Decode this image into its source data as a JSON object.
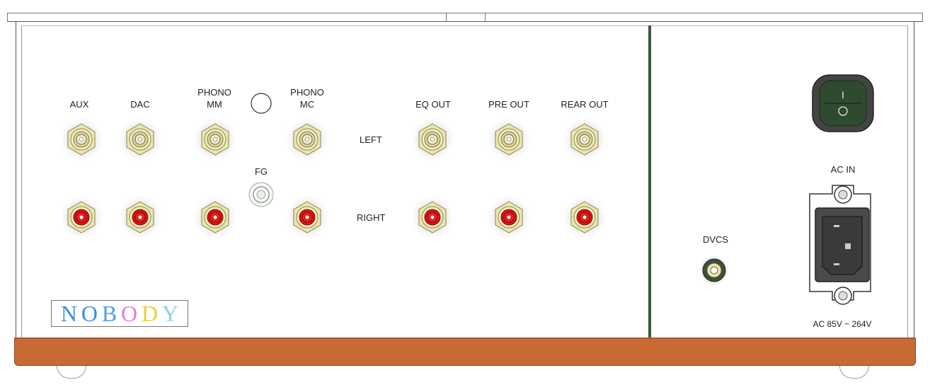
{
  "panel": {
    "inputs": [
      {
        "id": "aux",
        "label": "AUX"
      },
      {
        "id": "dac",
        "label": "DAC"
      },
      {
        "id": "phono-mm",
        "label": "PHONO\nMM"
      },
      {
        "id": "phono-mc",
        "label": "PHONO\nMC"
      }
    ],
    "outputs": [
      {
        "id": "eq-out",
        "label": "EQ OUT"
      },
      {
        "id": "pre-out",
        "label": "PRE OUT"
      },
      {
        "id": "rear-out",
        "label": "REAR OUT"
      }
    ],
    "ground_label": "FG",
    "left_label": "LEFT",
    "right_label": "RIGHT",
    "dvcs_label": "DVCS",
    "ac_in_label": "AC IN",
    "ac_voltage_label": "AC 85V ~ 264V",
    "brand": "NOBODY",
    "power_switch_marks": {
      "on": "I",
      "off": "O"
    }
  },
  "colors": {
    "base_wood": "#c96a35",
    "left_channel_insulator": "#f2efd2",
    "right_channel_insulator": "#dd1111",
    "connector_brass": "#ece6ad",
    "divider": "#3c5a3c"
  }
}
